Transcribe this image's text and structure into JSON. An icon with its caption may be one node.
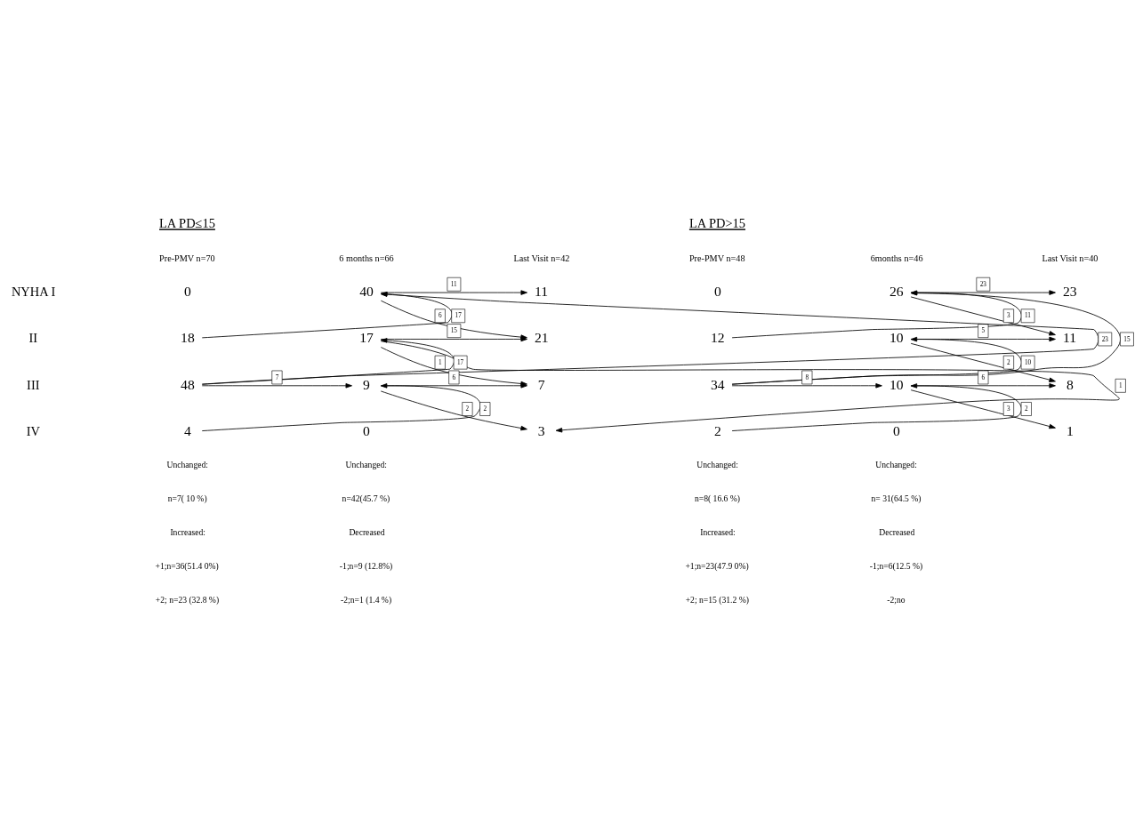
{
  "diagram": {
    "nodes": [
      {
        "text": [
          "0"
        ]
      },
      {
        "text": [
          "18"
        ]
      },
      {
        "text": [
          "48"
        ]
      },
      {
        "text": [
          "4"
        ]
      },
      {
        "text": [
          "40"
        ]
      },
      {
        "text": [
          "17"
        ]
      },
      {
        "text": [
          "9"
        ]
      },
      {
        "text": [
          "0"
        ]
      },
      {
        "text": [
          "11"
        ]
      },
      {
        "text": [
          "21"
        ]
      },
      {
        "text": [
          "7"
        ]
      },
      {
        "text": [
          "3"
        ]
      },
      {
        "text": [
          "0"
        ]
      },
      {
        "text": [
          "12"
        ]
      },
      {
        "text": [
          "34"
        ]
      },
      {
        "text": [
          "2"
        ]
      },
      {
        "text": [
          "26"
        ]
      },
      {
        "text": [
          "10"
        ]
      },
      {
        "text": [
          "10"
        ]
      },
      {
        "text": [
          "0"
        ]
      },
      {
        "text": [
          "23"
        ]
      },
      {
        "text": [
          "11"
        ]
      },
      {
        "text": [
          "8"
        ]
      },
      {
        "text": [
          "1"
        ]
      }
    ],
    "edges": [
      {
        "from": 1,
        "to": 4,
        "arrow": "to",
        "label": "17"
      },
      {
        "from": 2,
        "to": 4,
        "arrow": "to",
        "label": "23"
      },
      {
        "from": 2,
        "to": 5,
        "arrow": "to",
        "label": "17"
      },
      {
        "from": 2,
        "to": 6,
        "arrow": "to",
        "label": "7"
      },
      {
        "from": 3,
        "to": 6,
        "arrow": "to",
        "label": "2"
      },
      {
        "from": 4,
        "to": 8,
        "arrow": "to",
        "label": "11"
      },
      {
        "from": 4,
        "to": 9,
        "arrow": "to",
        "label": "6"
      },
      {
        "from": 5,
        "to": 9,
        "arrow": "to",
        "label": "15"
      },
      {
        "from": 5,
        "to": 10,
        "arrow": "to",
        "label": "1"
      },
      {
        "from": 5,
        "to": 11,
        "arrow": "to",
        "label": "1"
      },
      {
        "from": 6,
        "to": 10,
        "arrow": "to",
        "label": "6"
      },
      {
        "from": 6,
        "to": 11,
        "arrow": "to",
        "label": "2"
      },
      {
        "from": 13,
        "to": 16,
        "arrow": "to",
        "label": "11"
      },
      {
        "from": 14,
        "to": 16,
        "arrow": "to",
        "label": "15"
      },
      {
        "from": 14,
        "to": 17,
        "arrow": "to",
        "label": "10"
      },
      {
        "from": 14,
        "to": 18,
        "arrow": "to",
        "label": "8"
      },
      {
        "from": 15,
        "to": 18,
        "arrow": "to",
        "label": "2"
      },
      {
        "from": 16,
        "to": 20,
        "arrow": "to",
        "label": "23"
      },
      {
        "from": 16,
        "to": 21,
        "arrow": "to",
        "label": "3"
      },
      {
        "from": 17,
        "to": 21,
        "arrow": "to",
        "label": "5"
      },
      {
        "from": 17,
        "to": 22,
        "arrow": "to",
        "label": "2"
      },
      {
        "from": 18,
        "to": 22,
        "arrow": "to",
        "label": "6"
      },
      {
        "from": 18,
        "to": 23,
        "arrow": "to",
        "label": "3"
      }
    ],
    "labels": [
      "LA PD≤15",
      "LA PD>15",
      "Pre-PMV n=70",
      "6 months n=66",
      "Last Visit n=42",
      "Pre-PMV n=48",
      "6months n=46",
      "Last Visit n=40",
      "NYHA I",
      "II",
      "III",
      "IV",
      "Unchanged:",
      "Unchanged:",
      "Unchanged:",
      "Unchanged:",
      "n=7( 10 %)",
      "n=42(45.7 %)",
      "n=8( 16.6 %)",
      "n= 31(64.5 %)",
      "Increased:",
      "Decreased",
      "Increased:",
      "Decreased",
      "+1;n=36(51.4 0%)",
      "-1;n=9 (12.8%)",
      "+1;n=23(47.9 0%)",
      "-1;n=6(12.5 %)",
      "+2; n=23 (32.8 %)",
      "-2;n=1 (1.4 %)",
      "+2; n=15 (31.2 %)",
      "-2;no"
    ]
  }
}
